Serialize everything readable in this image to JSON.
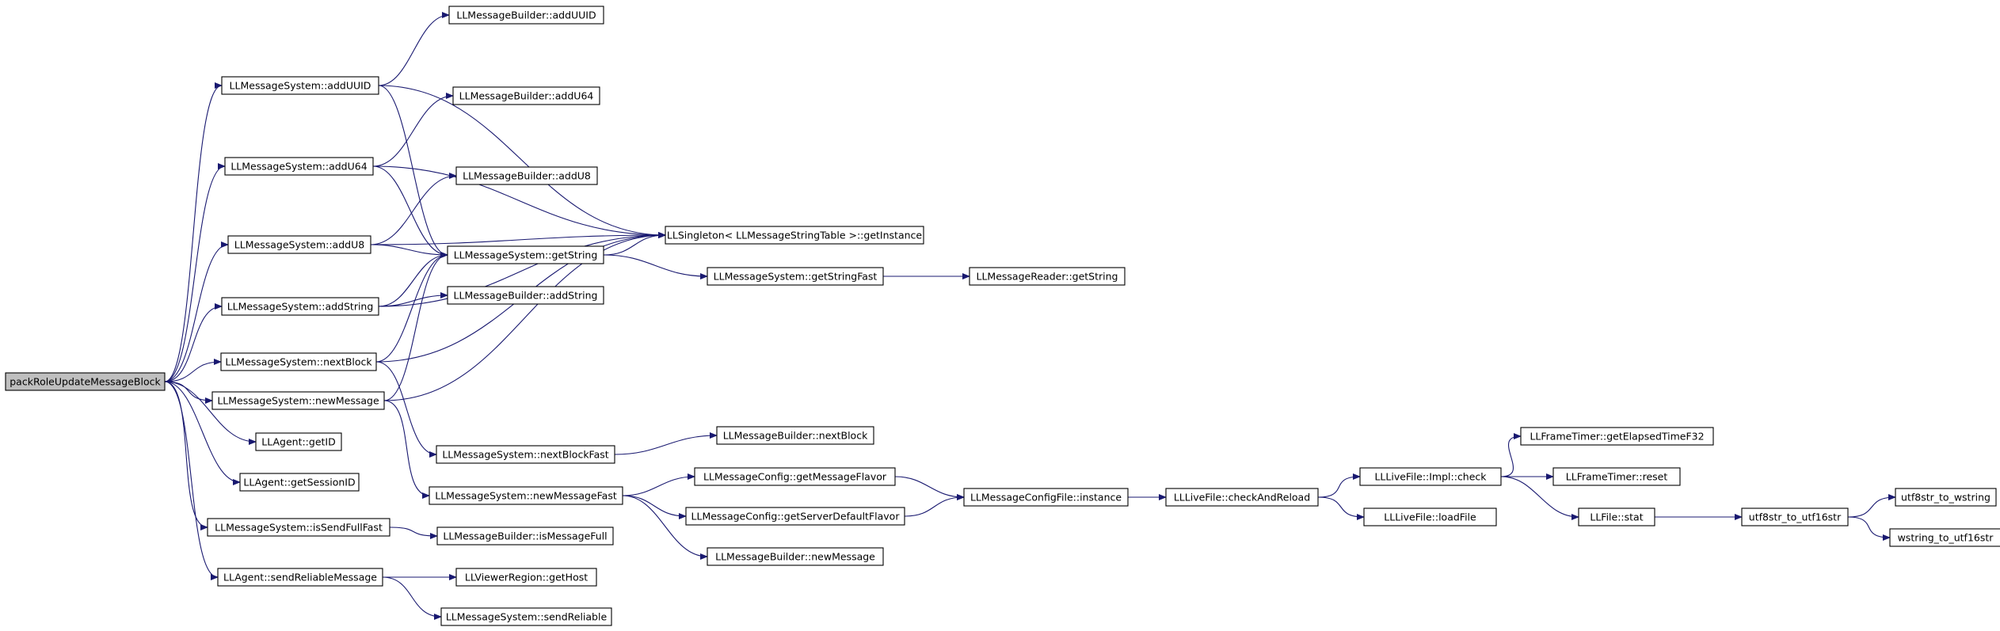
{
  "colors": {
    "edge": "#191970",
    "root_fill": "#bfbfbf",
    "node_fill": "#ffffff",
    "border": "#000000"
  },
  "nodes": [
    {
      "id": "packRoleUpdateMessageBlock",
      "label": "packRoleUpdateMessageBlock",
      "root": true
    },
    {
      "id": "ms_addUUID",
      "label": "LLMessageSystem::addUUID"
    },
    {
      "id": "mb_addUUID",
      "label": "LLMessageBuilder::addUUID"
    },
    {
      "id": "ms_addU64",
      "label": "LLMessageSystem::addU64"
    },
    {
      "id": "mb_addU64",
      "label": "LLMessageBuilder::addU64"
    },
    {
      "id": "ms_addU8",
      "label": "LLMessageSystem::addU8"
    },
    {
      "id": "mb_addU8",
      "label": "LLMessageBuilder::addU8"
    },
    {
      "id": "singleton",
      "label": "LLSingleton< LLMessageStringTable >::getInstance"
    },
    {
      "id": "ms_getString",
      "label": "LLMessageSystem::getString"
    },
    {
      "id": "ms_getStringFast",
      "label": "LLMessageSystem::getStringFast"
    },
    {
      "id": "mr_getString",
      "label": "LLMessageReader::getString"
    },
    {
      "id": "ms_addString",
      "label": "LLMessageSystem::addString"
    },
    {
      "id": "mb_addString",
      "label": "LLMessageBuilder::addString"
    },
    {
      "id": "ms_nextBlock",
      "label": "LLMessageSystem::nextBlock"
    },
    {
      "id": "ms_newMessage",
      "label": "LLMessageSystem::newMessage"
    },
    {
      "id": "ms_nextBlockFast",
      "label": "LLMessageSystem::nextBlockFast"
    },
    {
      "id": "mb_nextBlock",
      "label": "LLMessageBuilder::nextBlock"
    },
    {
      "id": "agent_getID",
      "label": "LLAgent::getID"
    },
    {
      "id": "agent_getSessionID",
      "label": "LLAgent::getSessionID"
    },
    {
      "id": "ms_newMessageFast",
      "label": "LLMessageSystem::newMessageFast"
    },
    {
      "id": "mc_getMessageFlavor",
      "label": "LLMessageConfig::getMessageFlavor"
    },
    {
      "id": "mc_getServerDefaultFlavor",
      "label": "LLMessageConfig::getServerDefaultFlavor"
    },
    {
      "id": "mcf_instance",
      "label": "LLMessageConfigFile::instance"
    },
    {
      "id": "lf_checkAndReload",
      "label": "LLLiveFile::checkAndReload"
    },
    {
      "id": "lfi_check",
      "label": "LLLiveFile::Impl::check"
    },
    {
      "id": "ft_getElapsed",
      "label": "LLFrameTimer::getElapsedTimeF32"
    },
    {
      "id": "ft_reset",
      "label": "LLFrameTimer::reset"
    },
    {
      "id": "lf_loadFile",
      "label": "LLLiveFile::loadFile"
    },
    {
      "id": "file_stat",
      "label": "LLFile::stat"
    },
    {
      "id": "utf8_to_utf16",
      "label": "utf8str_to_utf16str"
    },
    {
      "id": "utf8_to_wstring",
      "label": "utf8str_to_wstring"
    },
    {
      "id": "wstring_to_utf16",
      "label": "wstring_to_utf16str"
    },
    {
      "id": "mb_newMessage",
      "label": "LLMessageBuilder::newMessage"
    },
    {
      "id": "ms_isSendFullFast",
      "label": "LLMessageSystem::isSendFullFast"
    },
    {
      "id": "mb_isMessageFull",
      "label": "LLMessageBuilder::isMessageFull"
    },
    {
      "id": "agent_sendReliable",
      "label": "LLAgent::sendReliableMessage"
    },
    {
      "id": "vr_getHost",
      "label": "LLViewerRegion::getHost"
    },
    {
      "id": "ms_sendReliable",
      "label": "LLMessageSystem::sendReliable"
    }
  ],
  "edges": [
    [
      "packRoleUpdateMessageBlock",
      "ms_addUUID"
    ],
    [
      "packRoleUpdateMessageBlock",
      "ms_addU64"
    ],
    [
      "packRoleUpdateMessageBlock",
      "ms_addU8"
    ],
    [
      "packRoleUpdateMessageBlock",
      "ms_addString"
    ],
    [
      "packRoleUpdateMessageBlock",
      "ms_nextBlock"
    ],
    [
      "packRoleUpdateMessageBlock",
      "ms_newMessage"
    ],
    [
      "packRoleUpdateMessageBlock",
      "agent_getID"
    ],
    [
      "packRoleUpdateMessageBlock",
      "agent_getSessionID"
    ],
    [
      "packRoleUpdateMessageBlock",
      "ms_isSendFullFast"
    ],
    [
      "packRoleUpdateMessageBlock",
      "agent_sendReliable"
    ],
    [
      "ms_addUUID",
      "mb_addUUID"
    ],
    [
      "ms_addUUID",
      "singleton"
    ],
    [
      "ms_addUUID",
      "ms_getString"
    ],
    [
      "ms_addU64",
      "mb_addU64"
    ],
    [
      "ms_addU64",
      "singleton"
    ],
    [
      "ms_addU64",
      "ms_getString"
    ],
    [
      "ms_addU8",
      "mb_addU8"
    ],
    [
      "ms_addU8",
      "singleton"
    ],
    [
      "ms_addU8",
      "ms_getString"
    ],
    [
      "ms_addString",
      "ms_getString"
    ],
    [
      "ms_addString",
      "mb_addString"
    ],
    [
      "ms_addString",
      "singleton"
    ],
    [
      "ms_nextBlock",
      "ms_getString"
    ],
    [
      "ms_nextBlock",
      "singleton"
    ],
    [
      "ms_nextBlock",
      "ms_nextBlockFast"
    ],
    [
      "ms_newMessage",
      "ms_getString"
    ],
    [
      "ms_newMessage",
      "singleton"
    ],
    [
      "ms_newMessage",
      "ms_newMessageFast"
    ],
    [
      "ms_getString",
      "singleton"
    ],
    [
      "ms_getString",
      "ms_getStringFast"
    ],
    [
      "ms_getStringFast",
      "mr_getString"
    ],
    [
      "ms_nextBlockFast",
      "mb_nextBlock"
    ],
    [
      "ms_newMessageFast",
      "mc_getMessageFlavor"
    ],
    [
      "ms_newMessageFast",
      "mc_getServerDefaultFlavor"
    ],
    [
      "ms_newMessageFast",
      "mb_newMessage"
    ],
    [
      "mc_getMessageFlavor",
      "mcf_instance"
    ],
    [
      "mc_getServerDefaultFlavor",
      "mcf_instance"
    ],
    [
      "mcf_instance",
      "lf_checkAndReload"
    ],
    [
      "lf_checkAndReload",
      "lfi_check"
    ],
    [
      "lf_checkAndReload",
      "lf_loadFile"
    ],
    [
      "lfi_check",
      "ft_getElapsed"
    ],
    [
      "lfi_check",
      "ft_reset"
    ],
    [
      "lfi_check",
      "file_stat"
    ],
    [
      "file_stat",
      "utf8_to_utf16"
    ],
    [
      "utf8_to_utf16",
      "utf8_to_wstring"
    ],
    [
      "utf8_to_utf16",
      "wstring_to_utf16"
    ],
    [
      "ms_isSendFullFast",
      "mb_isMessageFull"
    ],
    [
      "agent_sendReliable",
      "vr_getHost"
    ],
    [
      "agent_sendReliable",
      "ms_sendReliable"
    ]
  ]
}
